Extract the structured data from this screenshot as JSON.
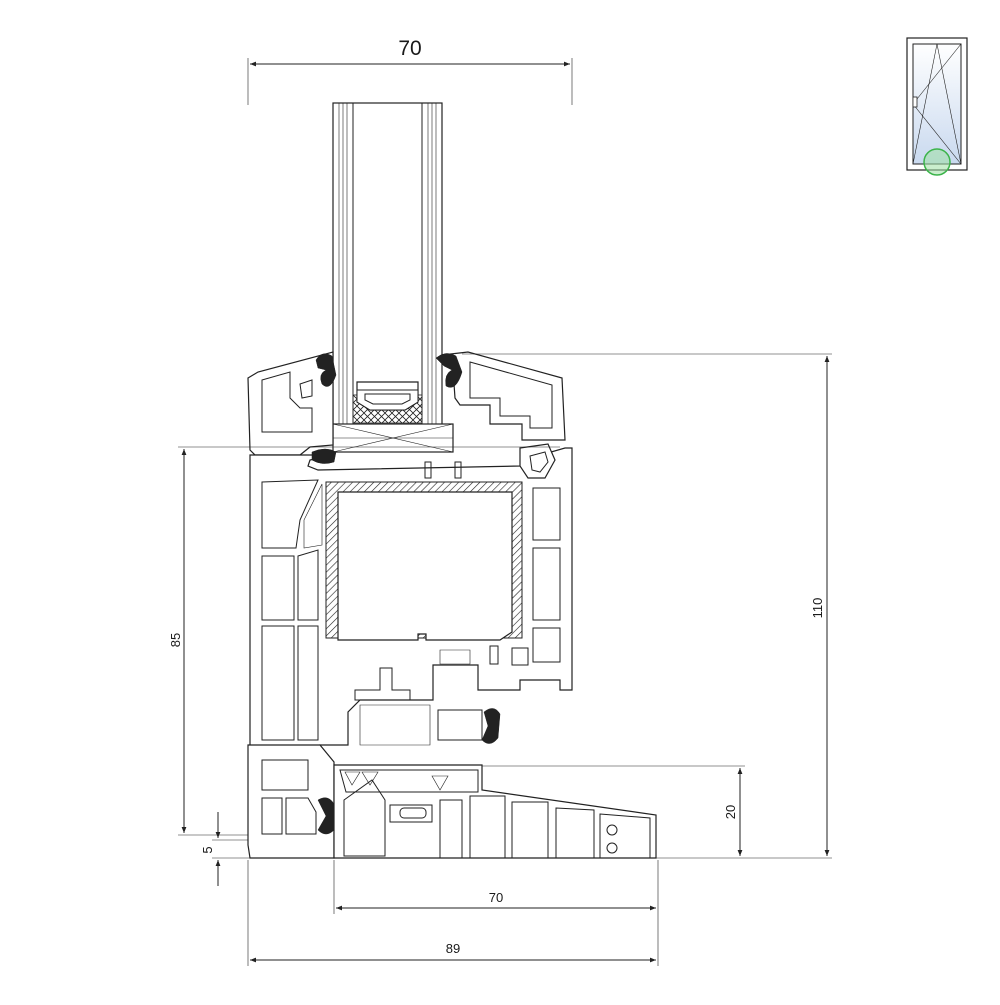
{
  "dimensions": {
    "glazing_width": "70",
    "frame_depth": "70",
    "overall_depth": "89",
    "sash_height": "85",
    "total_height": "110",
    "sill_height": "20",
    "offset": "5"
  },
  "colors": {
    "line": "#222222",
    "glass_tint": "#c9d9ef",
    "locator_ring": "#3cb44b"
  },
  "icons": {
    "window_thumbnail": "tilt-turn-window-icon",
    "section_locator": "green-circle-marker"
  }
}
